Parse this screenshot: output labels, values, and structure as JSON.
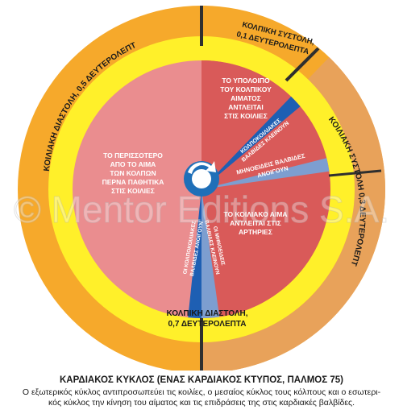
{
  "diagram": {
    "colors": {
      "outer_ring": "#f6a92b",
      "outer_ring_systole": "#e8a25a",
      "yellow_ring": "#fff02a",
      "inner_left": "#ea8d8f",
      "inner_right": "#d95a59",
      "blue_valve": "#1e5fb3",
      "blue_light": "#7d9ed0",
      "divider": "#2f2f2f",
      "hub": "#1f6fb8"
    },
    "outer": {
      "ventricular_diastole": "ΚΟΙΛΙΑΚΗ ΔΙΑΣΤΟΛΗ, 0,5 ΔΕΥΤΕΡΟΛΕΠΤΑ",
      "ventricular_systole": "ΚΟΙΛΙΑΚΗ ΣΥΣΤΟΛΗ 0,3 ΔΕΥΤΕΡΟΛΕΠΤΑ"
    },
    "middle": {
      "atrial_systole_line1": "ΚΟΛΠΙΚΗ ΣΥΣΤΟΛΗ,",
      "atrial_systole_line2": "0,1 ΔΕΥΤΕΡΟΛΕΠΤΑ",
      "atrial_diastole_line1": "ΚΟΛΠΙΚΗ ΔΙΑΣΤΟΛΗ,",
      "atrial_diastole_line2": "0,7 ΔΕΥΤΕΡΟΛΕΠΤΑ"
    },
    "inner": {
      "rest_of_atrial_blood": [
        "ΤΟ ΥΠΟΛΟΙΠΟ",
        "ΤΟΥ ΚΟΛΠΙΚΟΥ",
        "ΑΙΜΑΤΟΣ",
        "ΑΝΤΛΕΙΤΑΙ",
        "ΣΤΙΣ ΚΟΙΛΙΕΣ"
      ],
      "most_blood_passive": [
        "ΤΟ ΠΕΡΙΣΣΟΤΕΡΟ",
        "ΑΠΟ ΤΟ ΑΙΜΑ",
        "ΤΩΝ ΚΟΛΠΩΝ",
        "ΠΕΡΝΑ ΠΑΘΗΤΙΚΑ",
        "ΣΤΙΣ ΚΟΙΛΙΕΣ"
      ],
      "ventricular_blood_to_arteries": [
        "ΤΟ ΚΟΙΛΙΑΚΟ ΑΙΜΑ",
        "ΑΝΤΛΕΙΤΑΙ ΣΤΙΣ",
        "ΑΡΤΗΡΙΕΣ"
      ],
      "av_valves_close": [
        "ΚΟΛΠΟΚΟΙΛΙΑΚΕΣ",
        "ΒΑΛΒΙΔΕΣ ΚΛΕΙΝΟΥΝ"
      ],
      "semilunar_open": [
        "ΜΗΝΟΕΙΔΕΙΣ ΒΑΛΒΙΔΕΣ",
        "ΑΝΟΙΓΟΥΝ"
      ],
      "semilunar_close": [
        "ΟΙ ΜΗΝΟΕΙΔΕΙΣ",
        "ΒΑΛΒΙΔΕΣ ΚΛΕΙΝΟΥΝ"
      ],
      "av_valves_open": [
        "ΟΙ ΚΟΛΠΟΚΟΙΛΙΑΚΕΣ",
        "ΒΑΛΒΙΔΕΣ ΑΝΟΙΓΟΥΝ"
      ]
    },
    "watermark": "© Mentor Editions S.A."
  },
  "caption": {
    "title": "ΚΑΡΔΙΑΚΟΣ ΚΥΚΛΟΣ (ΕΝΑΣ ΚΑΡΔΙΑΚΟΣ ΚΤΥΠΟΣ, ΠΑΛΜΟΣ 75)",
    "line1": "Ο εξωτερικός κύκλος αντιπροσωπεύει τις κοιλίες, ο μεσαίος κύκλος τους κόλπους και ο εσωτερι-",
    "line2": "κός κύκλος την κίνηση του αίματος και τις επιδράσεις της στις καρδιακές βαλβίδες."
  }
}
